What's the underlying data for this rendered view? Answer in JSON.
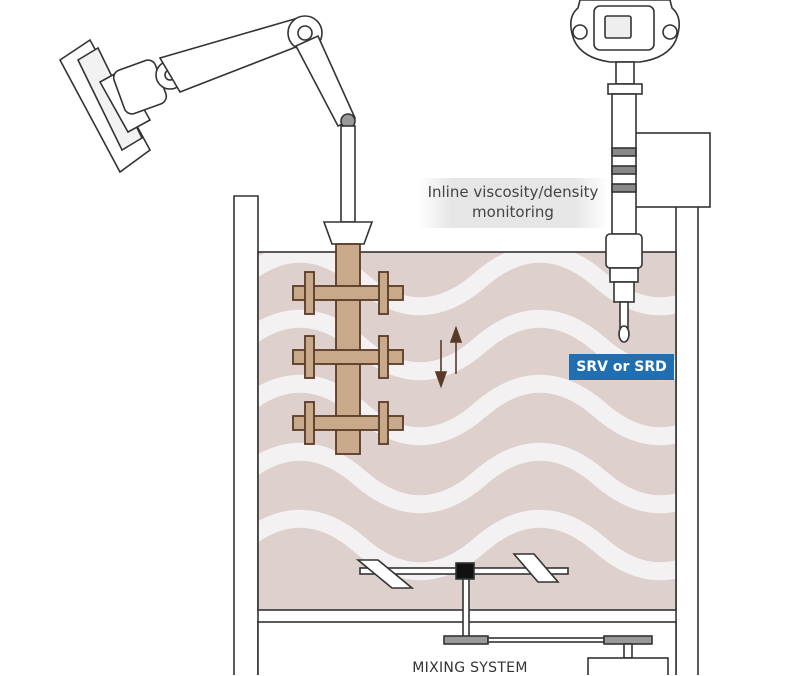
{
  "labels": {
    "inline_line1": "Inline viscosity/density",
    "inline_line2": "monitoring",
    "sensor": "SRV or SRD",
    "mixing": "MIXING SYSTEM"
  },
  "colors": {
    "liquid": "#ddd0cd",
    "wave_light": "#f3f1f1",
    "mixer_body": "#c8a98a",
    "mixer_stroke": "#5a3a26",
    "sensor_label_bg": "#1f6fb2",
    "outline": "#333333"
  }
}
